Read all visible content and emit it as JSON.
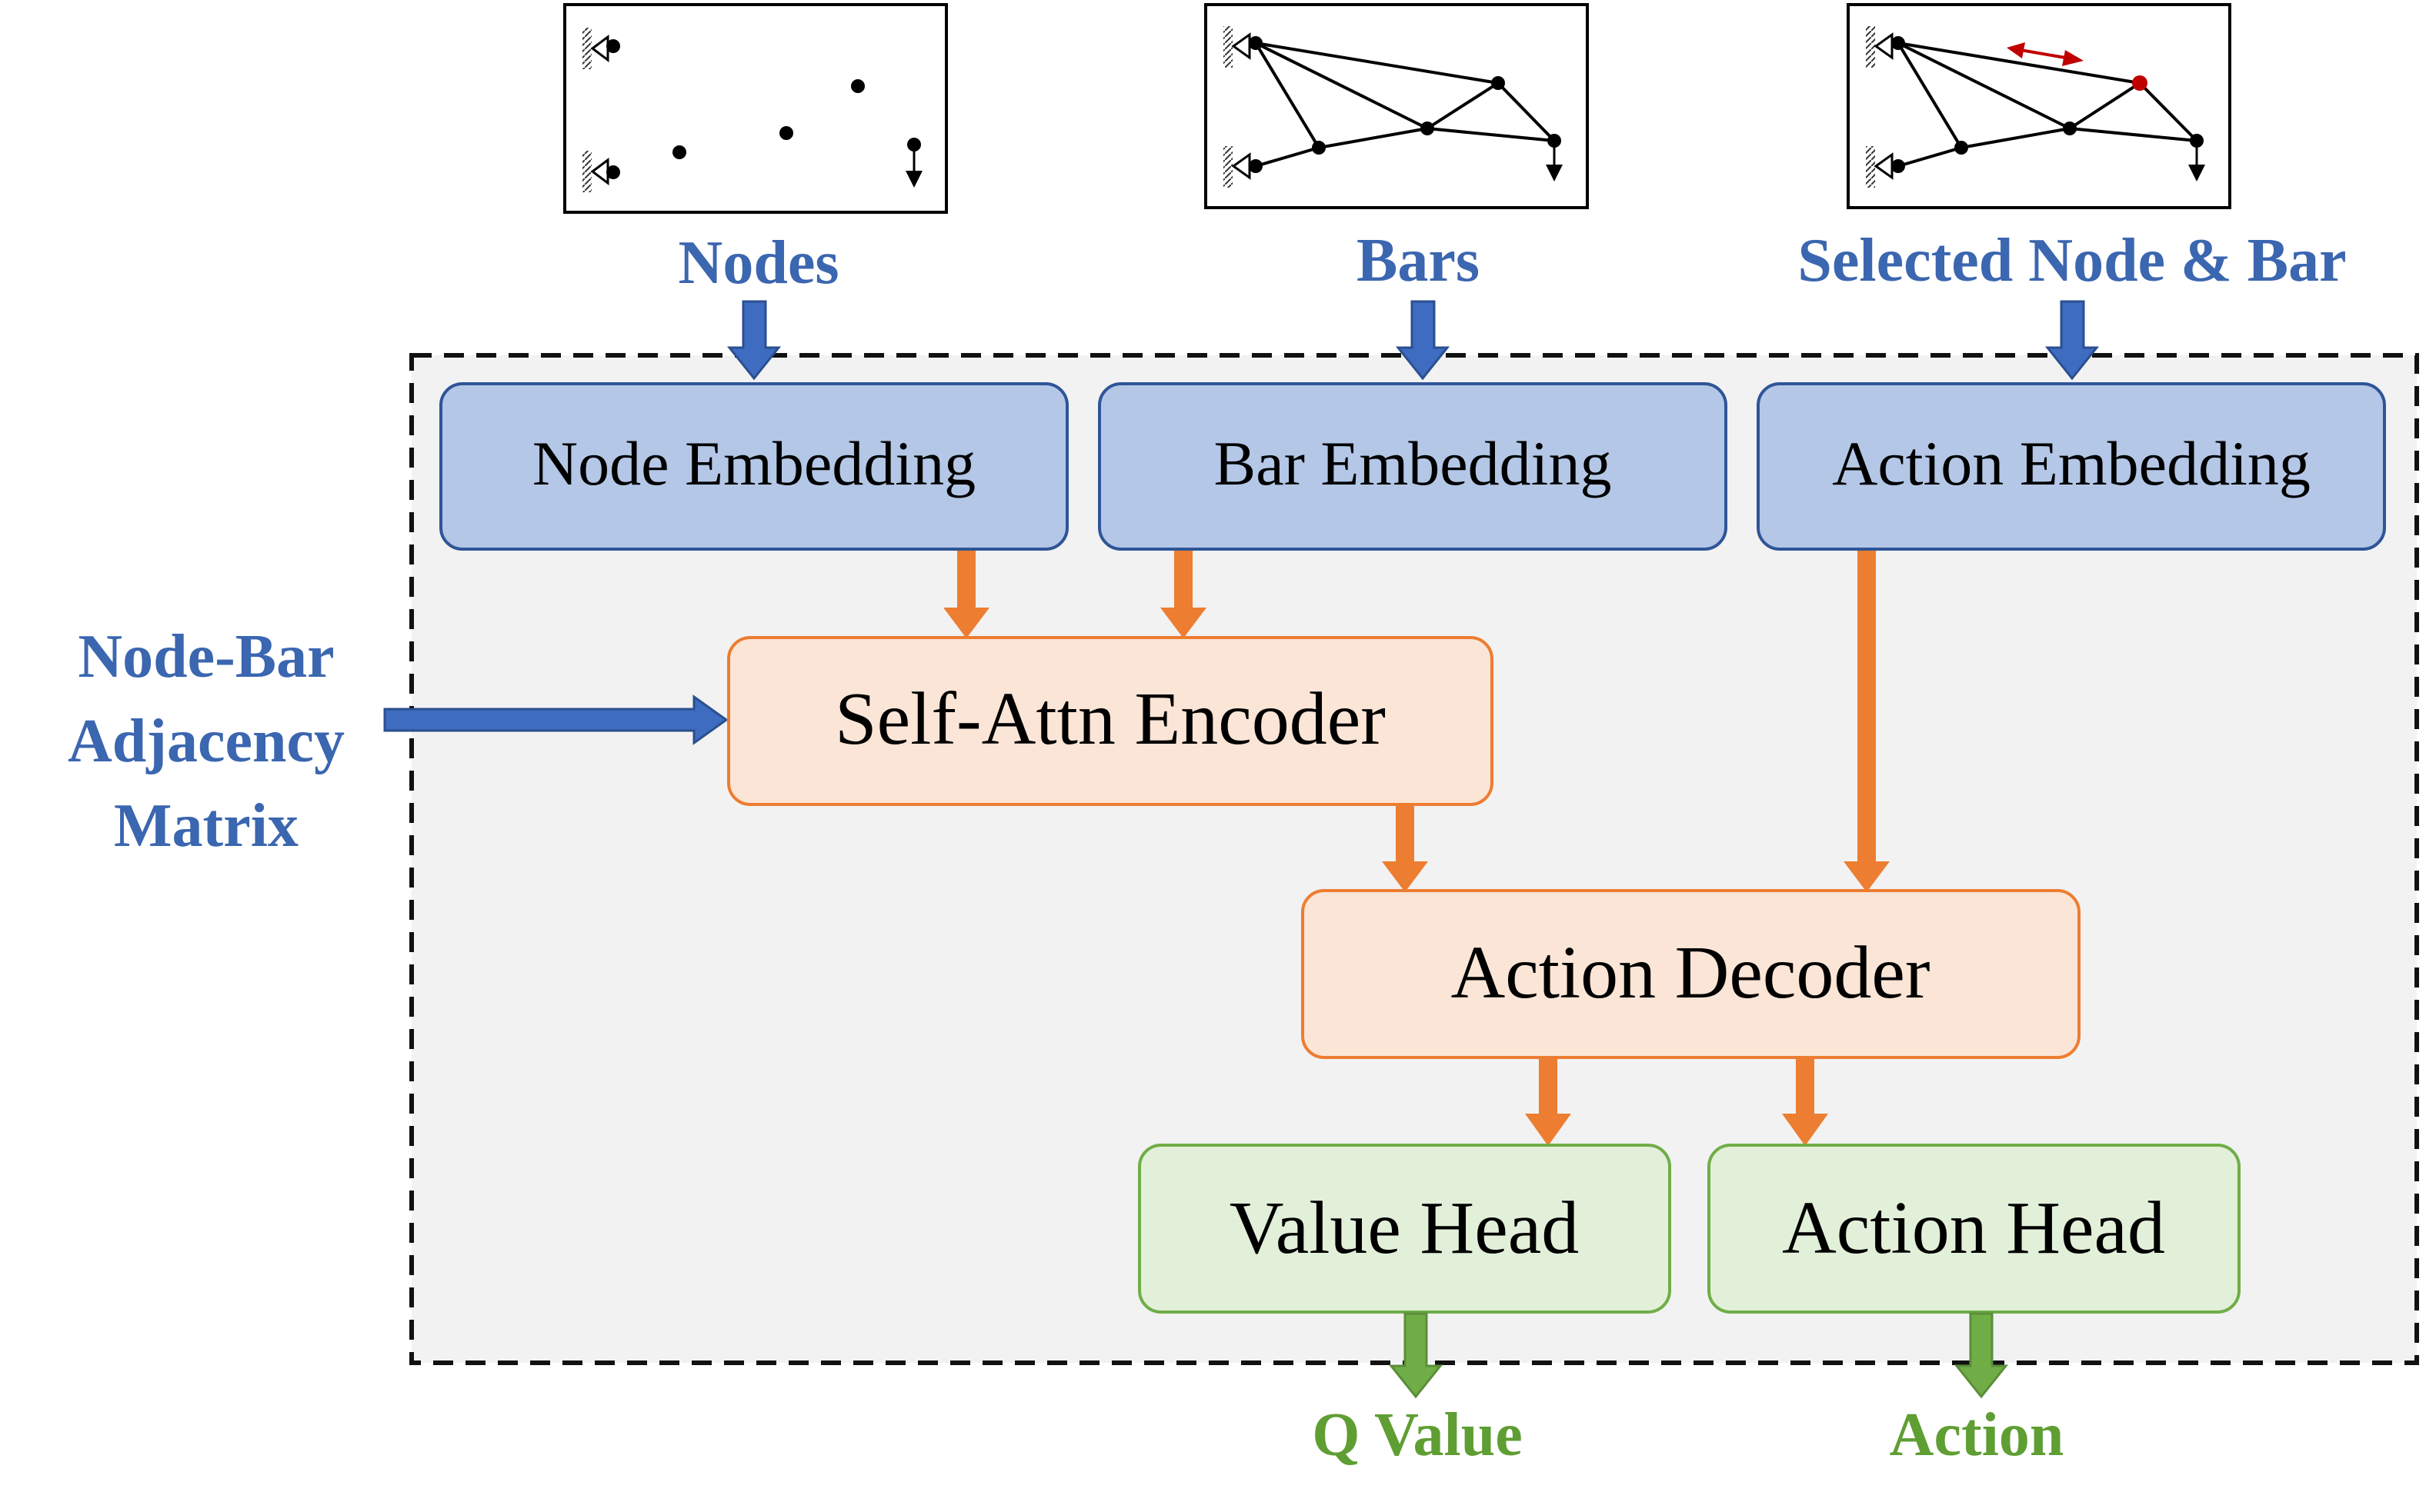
{
  "inputs": {
    "nodes": "Nodes",
    "bars": "Bars",
    "selected": "Selected Node & Bar",
    "adjacency_line1": "Node-Bar",
    "adjacency_line2": "Adjacency",
    "adjacency_line3": "Matrix"
  },
  "blocks": {
    "node_embedding": "Node Embedding",
    "bar_embedding": "Bar Embedding",
    "action_embedding": "Action Embedding",
    "encoder": "Self-Attn Encoder",
    "decoder": "Action Decoder",
    "value_head": "Value Head",
    "action_head": "Action Head"
  },
  "outputs": {
    "q_value": "Q Value",
    "action": "Action"
  },
  "colors": {
    "input_arrow": "#3d6cc0",
    "embedding_fill": "#b4c7e7",
    "embedding_stroke": "#2f5597",
    "flow_arrow": "#ed7d31",
    "processing_fill": "#fbe5d6",
    "processing_stroke": "#ed7d31",
    "head_fill": "#e2f0d9",
    "head_stroke": "#70ad47",
    "output_arrow": "#70ad47",
    "highlight": "#c00000",
    "panel_fill": "#f2f2f2"
  }
}
